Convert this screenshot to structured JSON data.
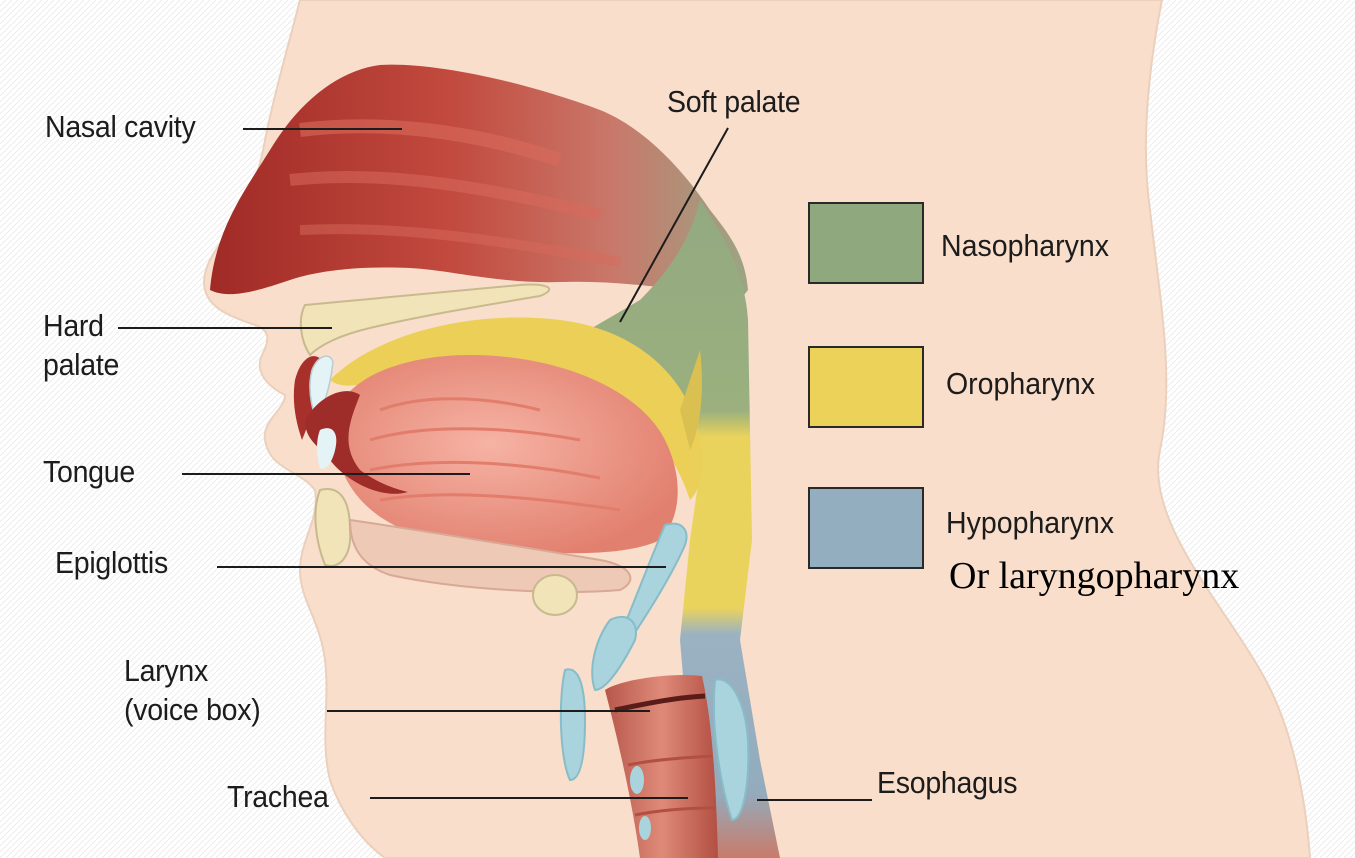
{
  "diagram": {
    "labels": {
      "nasal_cavity": "Nasal cavity",
      "soft_palate": "Soft palate",
      "hard_palate_1": "Hard",
      "hard_palate_2": "palate",
      "tongue": "Tongue",
      "epiglottis": "Epiglottis",
      "larynx_1": "Larynx",
      "larynx_2": "(voice box)",
      "trachea": "Trachea",
      "esophagus": "Esophagus"
    },
    "legend": [
      {
        "name": "Nasopharynx",
        "color": "#8fa87e"
      },
      {
        "name": "Oropharynx",
        "color": "#ecd258"
      },
      {
        "name": "Hypopharynx",
        "color": "#93aebf"
      }
    ],
    "legend_note": "Or laryngopharynx"
  },
  "colors": {
    "skin": "#f8decb",
    "skin_outline": "#e9c6ae",
    "nasal_dark": "#a8312c",
    "nasal_light": "#e2897a",
    "tongue": "#ef9c8c",
    "cartilage": "#f1e4b8",
    "teeth": "#e4f3f6",
    "trachea": "#c9675a",
    "rings": "#a9d3dd"
  }
}
